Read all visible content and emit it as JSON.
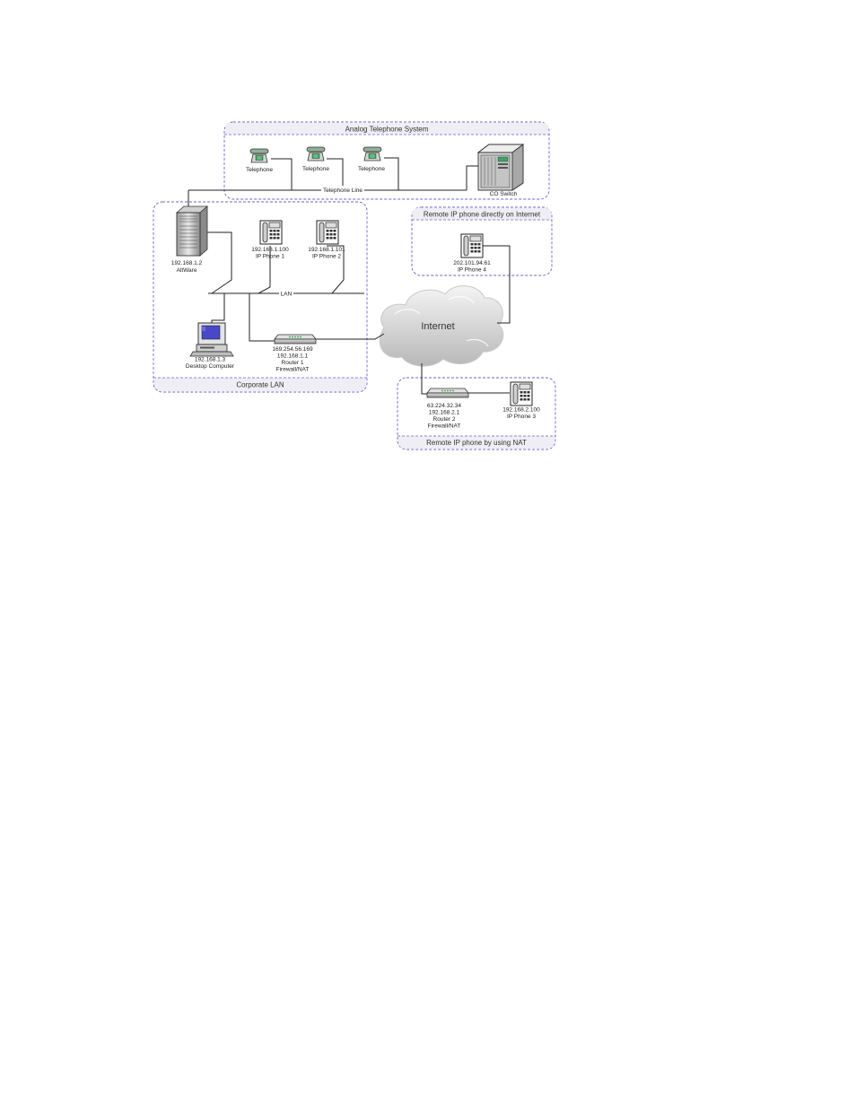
{
  "groups": {
    "analog": "Analog Telephone System",
    "corporate": "Corporate LAN",
    "remote_direct": "Remote IP phone directly on Internet",
    "remote_nat": "Remote IP phone by using NAT"
  },
  "lines": {
    "telephone_line": "Telephone Line",
    "lan": "LAN"
  },
  "cloud": "Internet",
  "telephones": [
    {
      "label": "Telephone"
    },
    {
      "label": "Telephone"
    },
    {
      "label": "Telephone"
    }
  ],
  "co_switch": "CO Switch",
  "server": {
    "ip": "192.168.1.2",
    "name": "AltWare"
  },
  "ip_phone_1": {
    "ip": "192.168.1.100",
    "name": "IP Phone 1"
  },
  "ip_phone_2": {
    "ip": "192.168.1.101",
    "name": "IP Phone 2"
  },
  "desktop": {
    "ip": "192.168.1.3",
    "name": "Desktop Computer"
  },
  "router_1": {
    "wan_ip": "169.254.56.169",
    "lan_ip": "192.168.1.1",
    "name": "Router 1",
    "role": "Firewall/NAT"
  },
  "ip_phone_4": {
    "ip": "202.101.94.61",
    "name": "IP Phone 4"
  },
  "router_2": {
    "wan_ip": "63.224.32.34",
    "lan_ip": "192.168.2.1",
    "name": "Router 2",
    "role": "Firewall/NAT"
  },
  "ip_phone_3": {
    "ip": "192.168.2.100",
    "name": "IP Phone 3"
  },
  "colors": {
    "group_border": "#6a64c8",
    "phone_screen": "#3aa860",
    "monitor_screen": "#4848c8"
  }
}
